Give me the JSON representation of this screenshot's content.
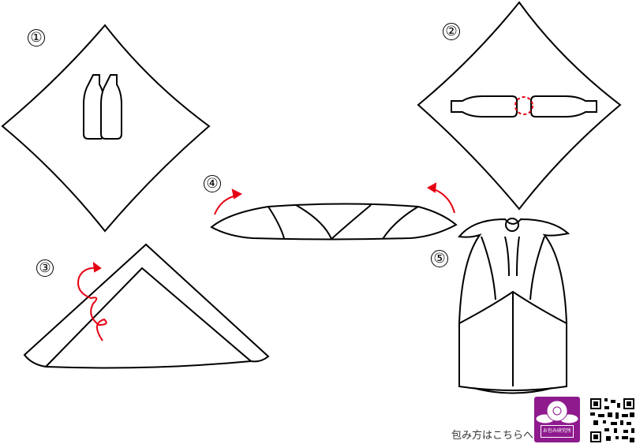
{
  "steps": [
    "①",
    "②",
    "③",
    "④",
    "⑤"
  ],
  "footer": {
    "caption": "包み方はこちらへ",
    "logo_text": "お包み研究所"
  },
  "colors": {
    "line": "#000000",
    "accent": "#e60012",
    "logo": "#8e1a8e"
  }
}
